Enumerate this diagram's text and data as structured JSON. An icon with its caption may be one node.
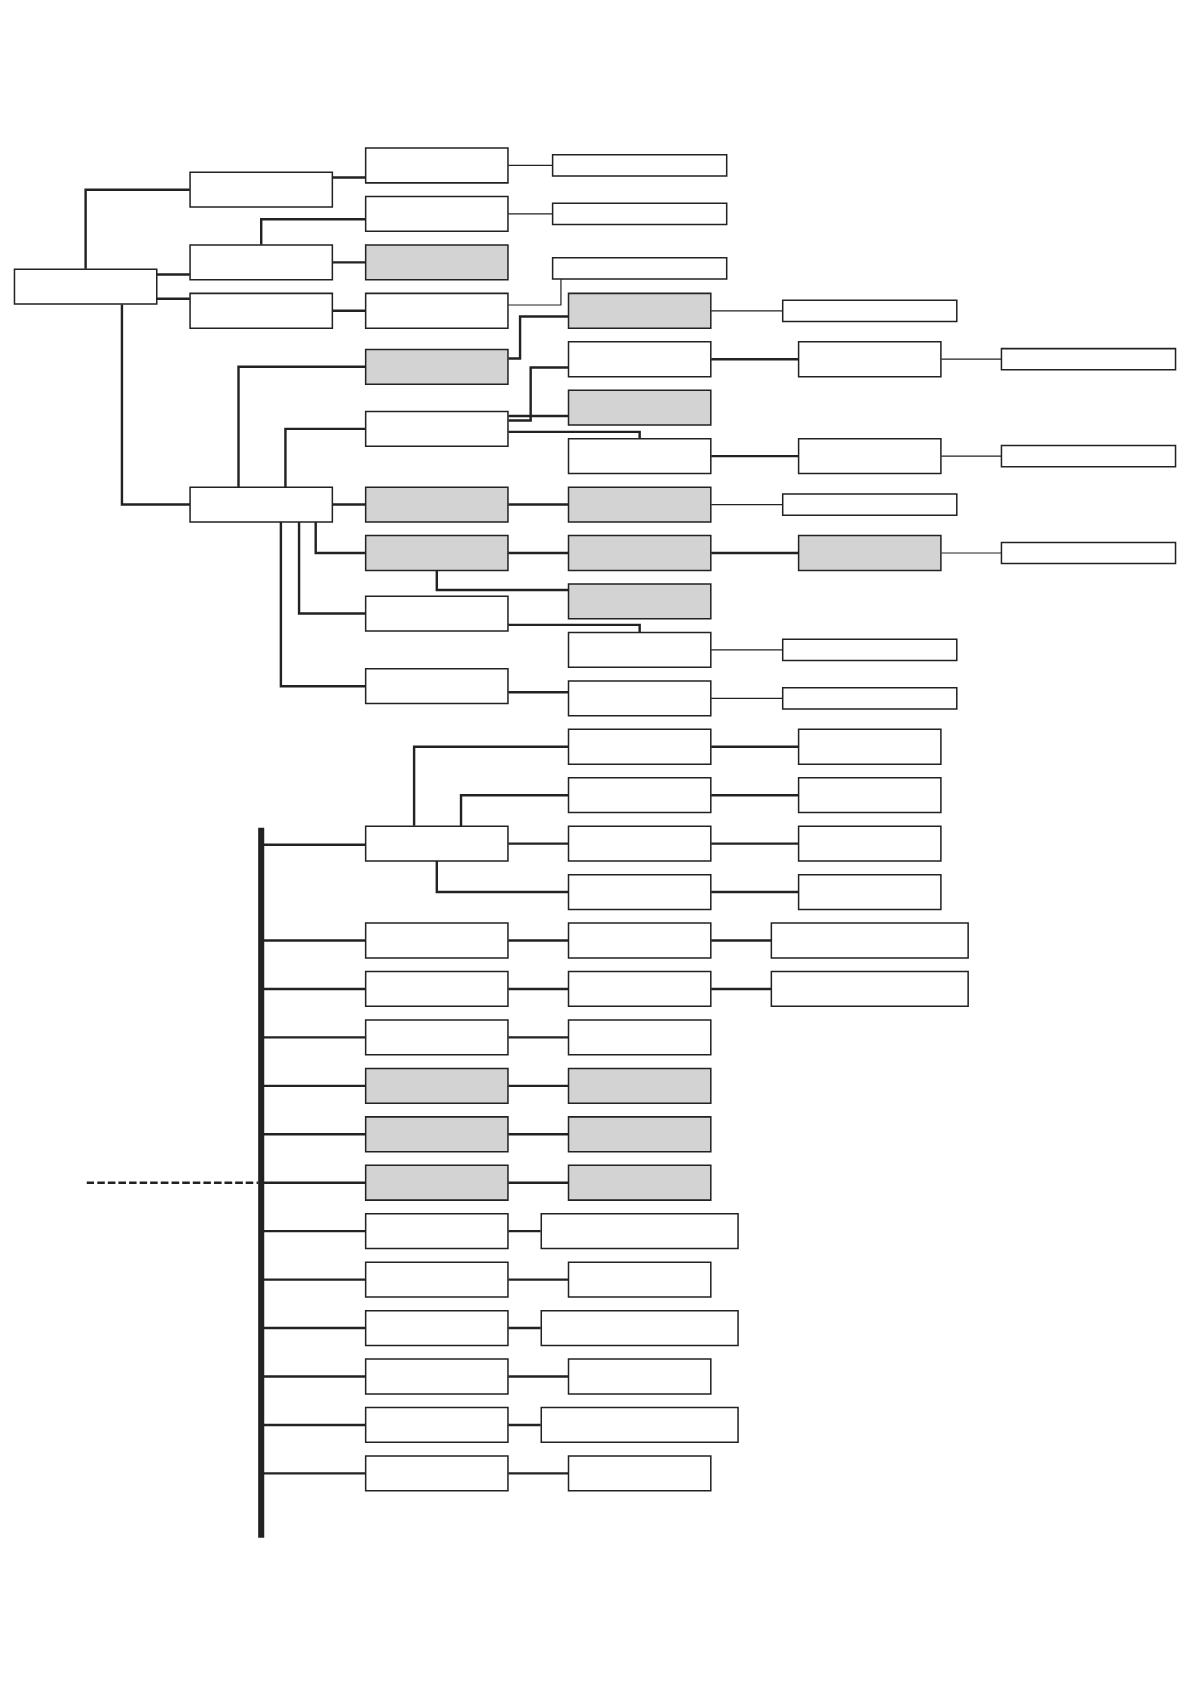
{
  "diagram": {
    "nodes": [
      {
        "text": [],
        "shape": "box"
      },
      {
        "text": [],
        "shape": "box"
      },
      {
        "text": [],
        "shape": "box"
      },
      {
        "text": [],
        "shape": "box"
      },
      {
        "text": [],
        "shape": "box"
      },
      {
        "text": [],
        "shape": "box"
      },
      {
        "text": [],
        "shape": "box"
      },
      {
        "text": [],
        "shape": "box"
      },
      {
        "text": [],
        "shape": "box"
      },
      {
        "text": [],
        "shape": "box"
      },
      {
        "text": [],
        "shape": "box"
      },
      {
        "text": [],
        "shape": "box"
      },
      {
        "text": [],
        "shape": "box"
      },
      {
        "text": [],
        "shape": "box"
      },
      {
        "text": [],
        "shape": "box"
      },
      {
        "text": [],
        "shape": "box"
      },
      {
        "text": [],
        "shape": "box"
      },
      {
        "text": [],
        "shape": "box"
      },
      {
        "text": [],
        "shape": "box"
      },
      {
        "text": [],
        "shape": "box"
      },
      {
        "text": [],
        "shape": "box"
      },
      {
        "text": [],
        "shape": "box"
      },
      {
        "text": [],
        "shape": "box"
      },
      {
        "text": [],
        "shape": "box"
      },
      {
        "text": [],
        "shape": "box"
      },
      {
        "text": [],
        "shape": "box"
      },
      {
        "text": [],
        "shape": "box"
      },
      {
        "text": [],
        "shape": "box"
      },
      {
        "text": [],
        "shape": "box"
      },
      {
        "text": [],
        "shape": "box"
      },
      {
        "text": [],
        "shape": "box"
      },
      {
        "text": [],
        "shape": "box"
      },
      {
        "text": [],
        "shape": "box"
      },
      {
        "text": [],
        "shape": "box"
      },
      {
        "text": [],
        "shape": "box"
      },
      {
        "text": [],
        "shape": "box"
      },
      {
        "text": [],
        "shape": "box"
      },
      {
        "text": [],
        "shape": "box"
      },
      {
        "text": [],
        "shape": "box"
      },
      {
        "text": [],
        "shape": "box"
      },
      {
        "text": [],
        "shape": "box"
      },
      {
        "text": [],
        "shape": "box"
      },
      {
        "text": [],
        "shape": "box"
      },
      {
        "text": [],
        "shape": "box"
      },
      {
        "text": [],
        "shape": "box"
      },
      {
        "text": [],
        "shape": "box"
      },
      {
        "text": [],
        "shape": "box"
      },
      {
        "text": [],
        "shape": "box"
      },
      {
        "text": [],
        "shape": "box"
      },
      {
        "text": [],
        "shape": "box"
      },
      {
        "text": [],
        "shape": "box"
      },
      {
        "text": [],
        "shape": "box"
      },
      {
        "text": [],
        "shape": "box"
      },
      {
        "text": [],
        "shape": "box"
      },
      {
        "text": [],
        "shape": "box"
      },
      {
        "text": [],
        "shape": "box"
      },
      {
        "text": [],
        "shape": "box"
      },
      {
        "text": [],
        "shape": "box"
      },
      {
        "text": [],
        "shape": "box"
      },
      {
        "text": [],
        "shape": "box"
      },
      {
        "text": [],
        "shape": "box"
      },
      {
        "text": [],
        "shape": "box"
      },
      {
        "text": [],
        "shape": "box"
      },
      {
        "text": [],
        "shape": "box"
      },
      {
        "text": [],
        "shape": "box"
      },
      {
        "text": [],
        "shape": "box"
      },
      {
        "text": [],
        "shape": "box"
      },
      {
        "text": [],
        "shape": "box"
      },
      {
        "text": [],
        "shape": "box"
      },
      {
        "text": [],
        "shape": "box"
      },
      {
        "text": [],
        "shape": "box"
      },
      {
        "text": [],
        "shape": "box"
      },
      {
        "text": [],
        "shape": "bar"
      }
    ],
    "edges": [
      {
        "from": null,
        "to": 72,
        "arrow": "none",
        "style": "dashed"
      },
      {
        "from": 72,
        "to": 0,
        "arrow": "none"
      },
      {
        "from": 72,
        "to": 9,
        "arrow": "none"
      },
      {
        "from": 72,
        "to": 12,
        "arrow": "none"
      },
      {
        "from": 72,
        "to": 15,
        "arrow": "none"
      },
      {
        "from": 72,
        "to": 17,
        "arrow": "none"
      },
      {
        "from": 72,
        "to": 19,
        "arrow": "none"
      },
      {
        "from": 72,
        "to": 21,
        "arrow": "none"
      },
      {
        "from": 72,
        "to": 23,
        "arrow": "none"
      },
      {
        "from": 72,
        "to": 25,
        "arrow": "none"
      },
      {
        "from": 72,
        "to": 27,
        "arrow": "none"
      },
      {
        "from": 72,
        "to": 29,
        "arrow": "none"
      },
      {
        "from": 72,
        "to": 31,
        "arrow": "none"
      },
      {
        "from": 72,
        "to": 33,
        "arrow": "none"
      },
      {
        "from": 0,
        "to": 1,
        "arrow": "none"
      },
      {
        "from": 0,
        "to": 3,
        "arrow": "none"
      },
      {
        "from": 0,
        "to": 5,
        "arrow": "none"
      },
      {
        "from": 0,
        "to": 7,
        "arrow": "none"
      },
      {
        "from": 1,
        "to": 2,
        "arrow": "none"
      },
      {
        "from": 3,
        "to": 4,
        "arrow": "none"
      },
      {
        "from": 5,
        "to": 6,
        "arrow": "none"
      },
      {
        "from": 7,
        "to": 8,
        "arrow": "none"
      },
      {
        "from": 9,
        "to": 10,
        "arrow": "none"
      },
      {
        "from": 10,
        "to": 11,
        "arrow": "none"
      },
      {
        "from": 12,
        "to": 13,
        "arrow": "none"
      },
      {
        "from": 13,
        "to": 14,
        "arrow": "none"
      },
      {
        "from": 15,
        "to": 16,
        "arrow": "none"
      },
      {
        "from": 17,
        "to": 18,
        "arrow": "none"
      },
      {
        "from": 19,
        "to": 20,
        "arrow": "none"
      },
      {
        "from": 21,
        "to": 22,
        "arrow": "none"
      },
      {
        "from": 23,
        "to": 24,
        "arrow": "none"
      },
      {
        "from": 25,
        "to": 26,
        "arrow": "none"
      },
      {
        "from": 27,
        "to": 28,
        "arrow": "none"
      },
      {
        "from": 29,
        "to": 30,
        "arrow": "none"
      },
      {
        "from": 31,
        "to": 32,
        "arrow": "none"
      },
      {
        "from": 33,
        "to": 34,
        "arrow": "none"
      },
      {
        "from": 35,
        "to": 36,
        "arrow": "none"
      },
      {
        "from": 35,
        "to": 39,
        "arrow": "none"
      },
      {
        "from": 35,
        "to": 43,
        "arrow": "none"
      },
      {
        "from": 35,
        "to": 46,
        "arrow": "none"
      },
      {
        "from": 36,
        "to": 37,
        "arrow": "none"
      },
      {
        "from": 37,
        "to": 38,
        "arrow": "none"
      },
      {
        "from": 39,
        "to": 40,
        "arrow": "none"
      },
      {
        "from": 39,
        "to": 42,
        "arrow": "none"
      },
      {
        "from": 40,
        "to": 41,
        "arrow": "none"
      },
      {
        "from": 43,
        "to": 44,
        "arrow": "none"
      },
      {
        "from": 44,
        "to": 45,
        "arrow": "none"
      },
      {
        "from": 46,
        "to": 47,
        "arrow": "none"
      },
      {
        "from": 46,
        "to": 50,
        "arrow": "none"
      },
      {
        "from": 46,
        "to": 58,
        "arrow": "none"
      },
      {
        "from": 46,
        "to": 61,
        "arrow": "none"
      },
      {
        "from": 46,
        "to": 66,
        "arrow": "none"
      },
      {
        "from": 46,
        "to": 69,
        "arrow": "none"
      },
      {
        "from": 47,
        "to": 48,
        "arrow": "none"
      },
      {
        "from": 48,
        "to": 49,
        "arrow": "none"
      },
      {
        "from": 50,
        "to": 51,
        "arrow": "none"
      },
      {
        "from": 50,
        "to": 54,
        "arrow": "none"
      },
      {
        "from": 50,
        "to": 55,
        "arrow": "none"
      },
      {
        "from": 51,
        "to": 52,
        "arrow": "none"
      },
      {
        "from": 52,
        "to": 53,
        "arrow": "none"
      },
      {
        "from": 55,
        "to": 56,
        "arrow": "none"
      },
      {
        "from": 56,
        "to": 57,
        "arrow": "none"
      },
      {
        "from": 58,
        "to": 59,
        "arrow": "none"
      },
      {
        "from": 59,
        "to": 60,
        "arrow": "none"
      },
      {
        "from": 61,
        "to": 62,
        "arrow": "none"
      },
      {
        "from": 61,
        "to": 65,
        "arrow": "none"
      },
      {
        "from": 62,
        "to": 63,
        "arrow": "none"
      },
      {
        "from": 63,
        "to": 64,
        "arrow": "none"
      },
      {
        "from": 66,
        "to": 67,
        "arrow": "none"
      },
      {
        "from": 67,
        "to": 68,
        "arrow": "none"
      },
      {
        "from": 69,
        "to": 70,
        "arrow": "none"
      },
      {
        "from": 70,
        "to": 71,
        "arrow": "none"
      }
    ]
  }
}
